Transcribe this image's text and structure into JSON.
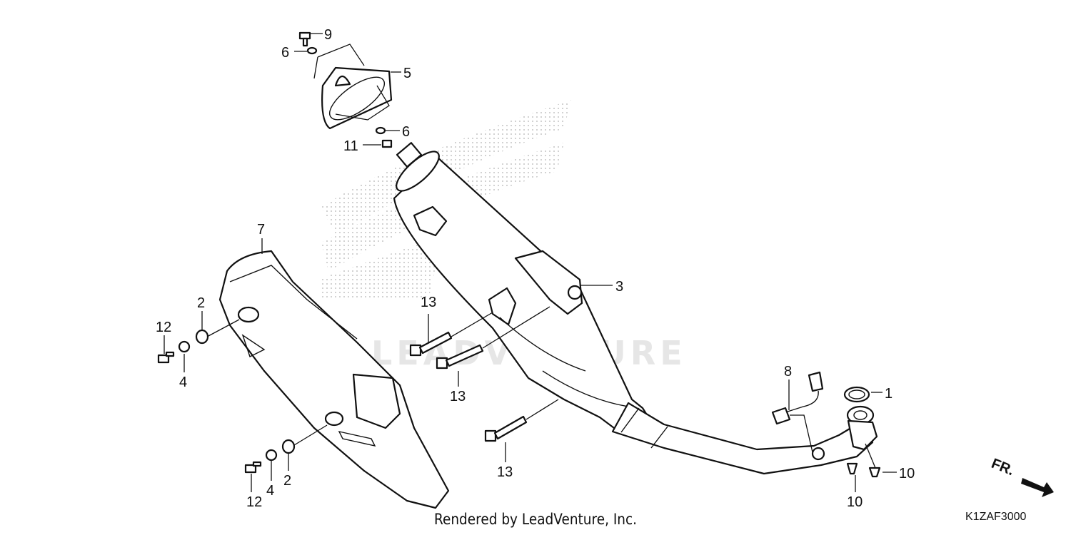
{
  "diagram": {
    "part_numbers": {
      "p1": "1",
      "p2a": "2",
      "p2b": "2",
      "p3": "3",
      "p4a": "4",
      "p4b": "4",
      "p5": "5",
      "p6a": "6",
      "p6b": "6",
      "p7": "7",
      "p8": "8",
      "p9": "9",
      "p10a": "10",
      "p10b": "10",
      "p11": "11",
      "p12a": "12",
      "p12b": "12",
      "p13a": "13",
      "p13b": "13",
      "p13c": "13"
    },
    "direction_marker": "FR.",
    "watermark": "LEADVENTURE",
    "footer_credit": "Rendered by LeadVenture, Inc.",
    "diagram_code": "K1ZAF3000"
  }
}
